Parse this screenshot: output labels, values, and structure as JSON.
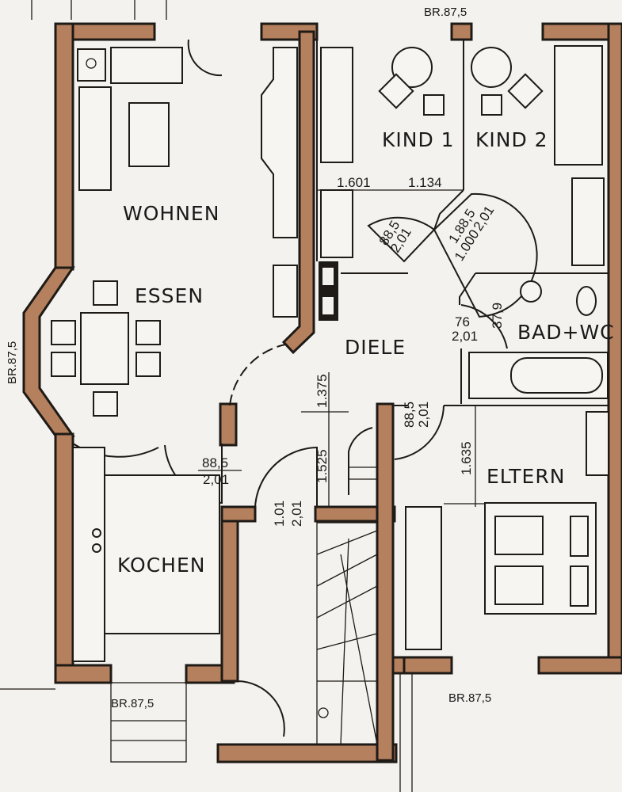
{
  "rooms": {
    "wohnen": "WOHNEN",
    "essen": "ESSEN",
    "kind1": "KIND 1",
    "kind2": "KIND 2",
    "diele": "DIELE",
    "bad": "BAD+WC",
    "eltern": "ELTERN",
    "kochen": "KOCHEN"
  },
  "parapets": {
    "top": "BR.87,5",
    "left": "BR.87,5",
    "bottom_left": "BR.87,5",
    "bottom_right": "BR.87,5"
  },
  "dimensions": {
    "kind1_width": "1.601",
    "kind2_offset": "1.134",
    "door_kind1_w": "88,5",
    "door_kind1_h": "2,01",
    "door_kind2_w": "1.88,5",
    "door_kind2_l": "1.000",
    "door_kind2_h": "2,01",
    "door_bad_w": "76",
    "door_bad_h": "2,01",
    "bad_offset": "37,9",
    "diele_1": "1.375",
    "door_eltern_w": "88,5",
    "door_eltern_h": "2,01",
    "diele_2": "1.525",
    "eltern_offset": "1.635",
    "door_kochen_w": "88,5",
    "door_kochen_h": "2,01",
    "door_entry_w": "1.01",
    "door_entry_h": "2,01"
  }
}
